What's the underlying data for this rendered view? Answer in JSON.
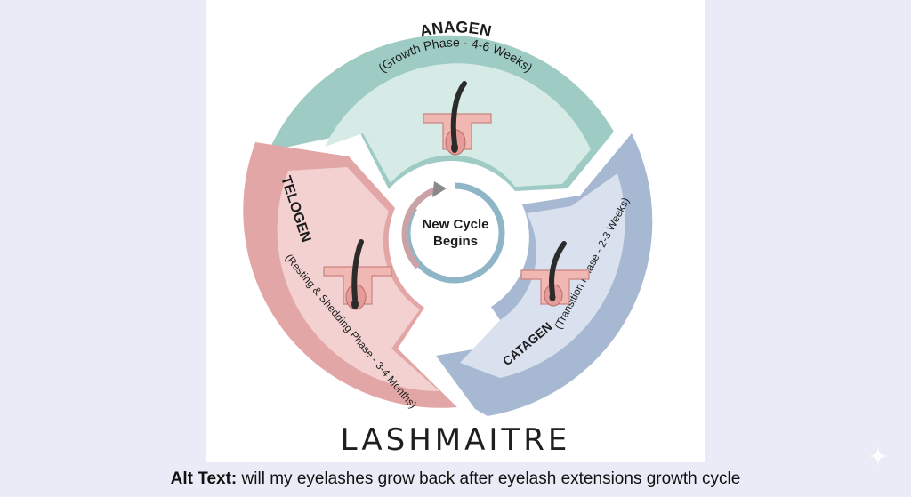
{
  "diagram": {
    "center_label": [
      "New Cycle",
      "Begins"
    ],
    "phases": [
      {
        "name": "ANAGEN",
        "description": "(Growth Phase - 4-6 Weeks)"
      },
      {
        "name": "CATAGEN",
        "description": "(Transition Phase - 2-3 Weeks)"
      },
      {
        "name": "TELOGEN",
        "description": "(Resting & Shedding Phase - 3-4 Months)"
      }
    ]
  },
  "brand": "LASHMAITRE",
  "caption": {
    "label": "Alt Text:",
    "text": "will my eyelashes grow back after eyelash extensions growth cycle"
  },
  "colors": {
    "anagen_outer": "#9ecbc4",
    "anagen_inner": "#d6ebe6",
    "catagen_outer": "#a7b9d2",
    "catagen_inner": "#d9e0ee",
    "telogen_outer": "#e3a6a6",
    "telogen_inner": "#f3d1d1",
    "skin": "#f1b7b2",
    "follicle": "#e59b97",
    "hair": "#2b2b2b"
  },
  "icons": [
    "hair-follicle-icon",
    "cycle-arrow-icon",
    "sparkle-icon"
  ]
}
